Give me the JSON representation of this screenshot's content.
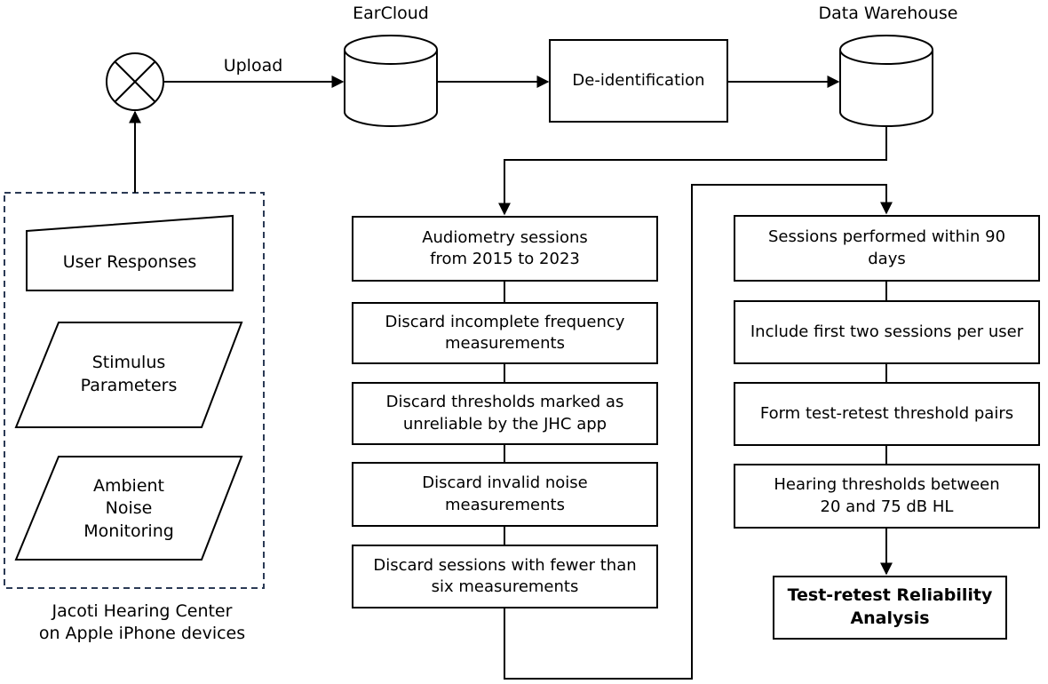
{
  "inputs": {
    "user_responses": "User Responses",
    "stimulus_parameters": "Stimulus\nParameters",
    "ambient_noise": "Ambient\nNoise\nMonitoring",
    "group_caption": "Jacoti Hearing Center\non Apple iPhone devices"
  },
  "pipeline": {
    "upload_label": "Upload",
    "earcloud": "EarCloud",
    "deidentification": "De-identification",
    "data_warehouse": "Data Warehouse"
  },
  "left_column": [
    "Audiometry sessions\nfrom 2015 to 2023",
    "Discard incomplete frequency\nmeasurements",
    "Discard thresholds marked as\nunreliable by the JHC app",
    "Discard invalid noise\nmeasurements",
    "Discard sessions with fewer than\nsix measurements"
  ],
  "right_column": [
    "Sessions performed within 90\ndays",
    "Include first two sessions per user",
    "Form test-retest threshold pairs",
    "Hearing thresholds between\n20 and 75 dB HL"
  ],
  "final": "Test-retest Reliability\nAnalysis"
}
